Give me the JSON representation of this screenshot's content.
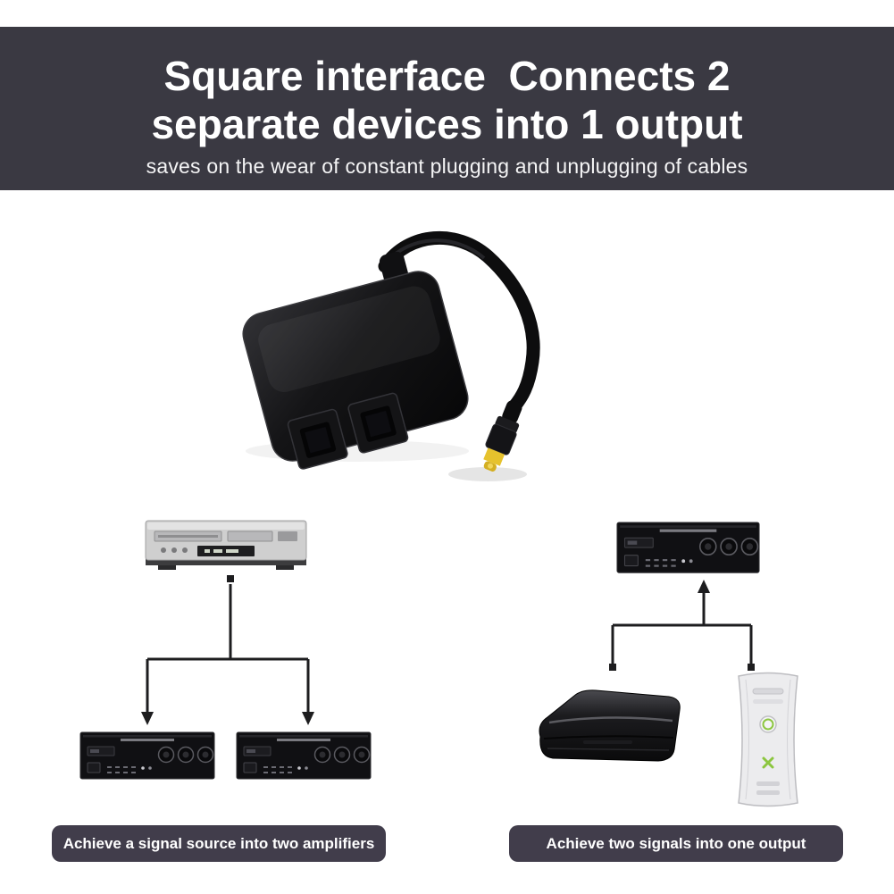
{
  "banner": {
    "title_line1": "Square interface  Connects 2",
    "title_line2": "separate devices into 1 output",
    "subtitle": "saves on the wear of constant plugging and unplugging of cables"
  },
  "product": {
    "type": "digital-optical-audio-splitter",
    "connector": "toslink-plug",
    "ports": [
      "toslink-port-left",
      "toslink-port-right"
    ],
    "colors": {
      "body": "#131315",
      "cable": "#0d0d0e",
      "tip": "#e6c22d"
    }
  },
  "diagrams": {
    "left": {
      "caption": "Achieve a signal source into two amplifiers",
      "source": "dvd-player",
      "outputs": [
        "amplifier",
        "amplifier"
      ],
      "arrow_direction": "down"
    },
    "right": {
      "caption": "Achieve two signals into one output",
      "output": "amplifier",
      "sources": [
        "ps3-console",
        "xbox-360-console"
      ],
      "arrow_direction": "up"
    }
  },
  "theme": {
    "banner_bg": "#3a3942",
    "caption_bg": "#413d4b",
    "text_color": "#ffffff",
    "line_color": "#1d1d1f",
    "accent_green": "#8cc63f",
    "tip_yellow": "#e6c22d"
  }
}
